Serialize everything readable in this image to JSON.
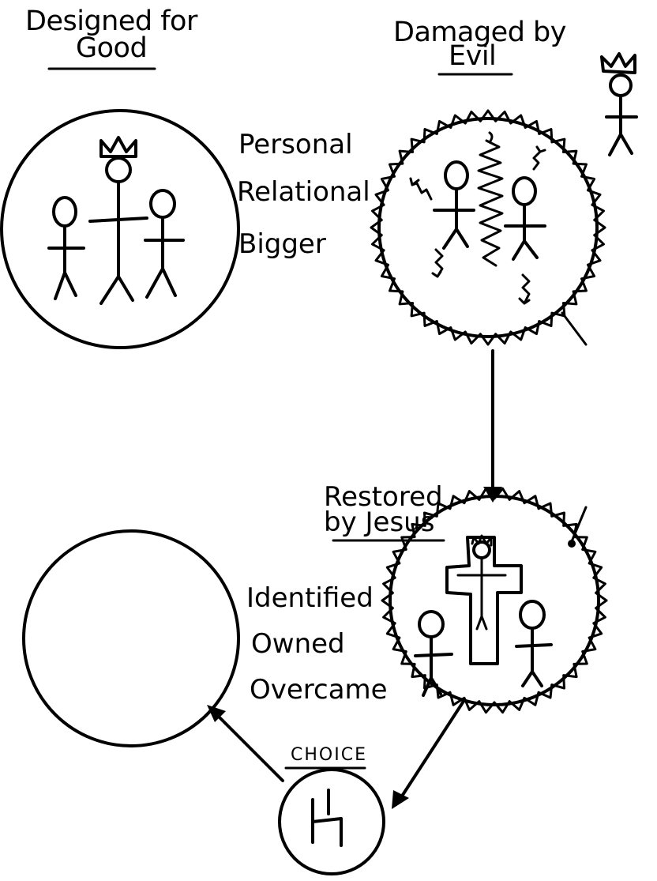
{
  "headings": {
    "designed_line1": "Designed for",
    "designed_line2": "Good",
    "damaged_line1": "Damaged by",
    "damaged_line2": "Evil",
    "restored_line1": "Restored",
    "restored_line2": "by Jesus",
    "choice": "CHOICE"
  },
  "designed_labels": [
    "Personal",
    "Relational",
    "Bigger"
  ],
  "restored_labels": [
    "Identified",
    "Owned",
    "Overcame"
  ],
  "colors": {
    "ink": "#000000",
    "paper": "#ffffff"
  }
}
